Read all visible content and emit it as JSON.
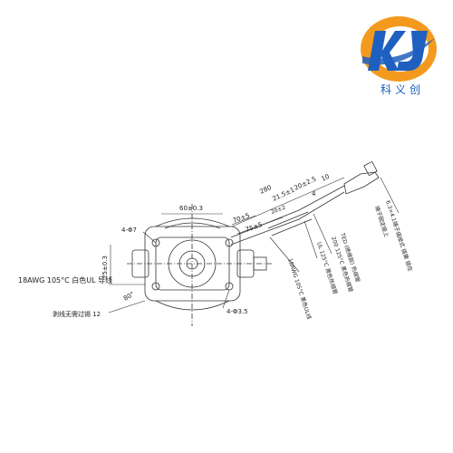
{
  "brand": {
    "name": "科义创",
    "colors": {
      "orange": "#f39a1e",
      "blue": "#1f5fc0"
    }
  },
  "drawing": {
    "wire_label": "18AWG 105°C 白色UL 导线",
    "labels": {
      "dim_top_width": "60±0.3",
      "hole_top": "4-Φ7",
      "hole_bottom": "4-Φ3.5",
      "height_left": "25±0.3",
      "lead_len": "280",
      "dim_20": "20±2",
      "dim_21": "21.5±1",
      "dim_20b": "20±2.5",
      "dim_10": "10",
      "dim_4": "4",
      "dim_70": "70±5",
      "dim_75": "75±5",
      "angle_80": "80°",
      "bottom_note": "剥线无需过锡 12",
      "terminal_note": "6.3×4.1端子插接式 插簧 插在",
      "terminal_note_b": "端子固定座上",
      "tube_note": "TED (绝缘胶) 热缩管",
      "tube_note_b": "200 125°C 黑色热缩管",
      "ul_note": "UL 125°C 黑色热缩管",
      "wire_note": "18AWG 105°C 黑色UL线"
    }
  }
}
